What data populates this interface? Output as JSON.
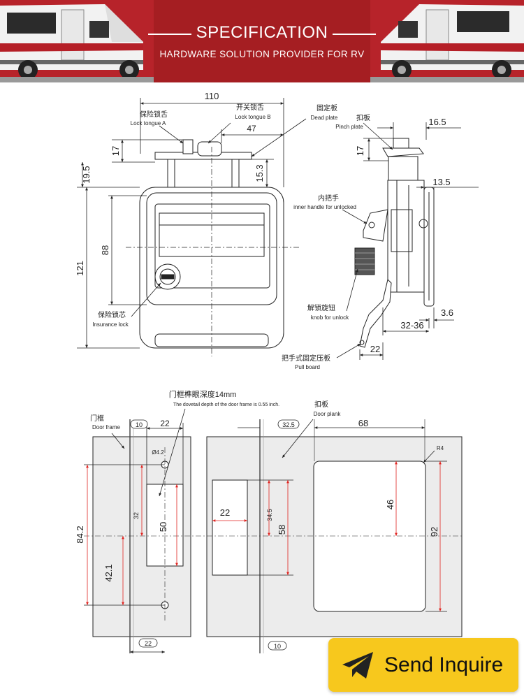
{
  "banner": {
    "title": "SPECIFICATION",
    "subtitle": "HARDWARE SOLUTION PROVIDER FOR RV",
    "background": "#a51e22"
  },
  "top_drawing": {
    "dimensions": {
      "overall_width": "110",
      "inner_offset": "47",
      "tongue_height": "17",
      "top_offset": "19.5",
      "tongue_b_height": "15.3",
      "body_height": "121",
      "handle_height": "88",
      "pinch_width": "16.5",
      "pinch_height": "17",
      "side_depth": "13.5",
      "plate_thickness": "3.6",
      "door_range": "32-36",
      "pull_board_width": "22"
    },
    "labels": {
      "lock_tongue_a_cn": "保险锁舌",
      "lock_tongue_a_en": "Lock tongue A",
      "lock_tongue_b_cn": "开关锁舌",
      "lock_tongue_b_en": "Lock tongue B",
      "dead_plate_cn": "固定板",
      "dead_plate_en": "Dead plate",
      "pinch_plate_cn": "扣板",
      "pinch_plate_en": "Pinch plate",
      "inner_handle_cn": "内把手",
      "inner_handle_en": "inner handle for unlocked",
      "insurance_lock_cn": "保险锁芯",
      "insurance_lock_en": "Insurance lock",
      "knob_cn": "解锁旋钮",
      "knob_en": "knob for unlock",
      "pull_board_cn": "把手式固定压板",
      "pull_board_en": "Pull board"
    }
  },
  "bottom_drawing": {
    "labels": {
      "dovetail_cn": "门框榫眼深度14mm",
      "dovetail_en": "The dovetail depth of the door frame is  0.55 inch.",
      "door_frame_cn": "门框",
      "door_frame_en": "Door frame",
      "door_plank_cn": "扣板",
      "door_plank_en": "Door plank"
    },
    "dimensions": {
      "frame_edge_top": "10",
      "frame_slot_width": "22",
      "hole_diameter": "Ø4.2",
      "frame_total": "84.2",
      "hole_to_center": "42.1",
      "slot_offset": "32",
      "slot_height": "50",
      "frame_edge_bottom": "22",
      "plank_offset": "32.5",
      "plank_width": "68",
      "corner_radius": "R4",
      "plank_slot_width": "22",
      "plank_slot_inner": "34.5",
      "plank_slot_height": "58",
      "window_height": "46",
      "plank_height": "92",
      "plank_edge_bottom": "10"
    }
  },
  "inquire_button": {
    "label": "Send Inquire",
    "color": "#f7c81d"
  }
}
